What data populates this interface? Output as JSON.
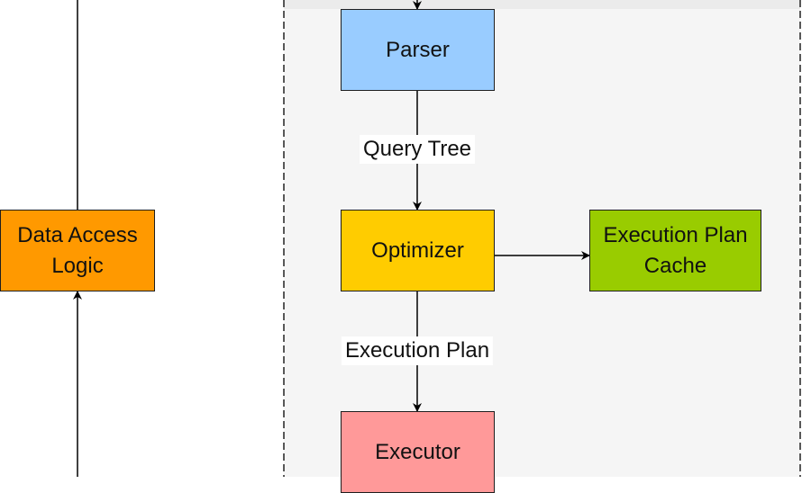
{
  "diagram": {
    "nodes": {
      "parser": {
        "label": "Parser",
        "color": "#99ccff"
      },
      "optimizer": {
        "label": "Optimizer",
        "color": "#ffcc00"
      },
      "executor": {
        "label": "Executor",
        "color": "#ff9999"
      },
      "plan_cache": {
        "label": "Execution Plan\nCache",
        "color": "#99cc00"
      },
      "data_access": {
        "label": "Data Access\nLogic",
        "color": "#ff9900"
      }
    },
    "edge_labels": {
      "parser_to_optimizer": "Query Tree",
      "optimizer_to_executor": "Execution Plan"
    },
    "container": {
      "fill": "#f5f5f5",
      "header_fill": "#ebebeb"
    }
  }
}
